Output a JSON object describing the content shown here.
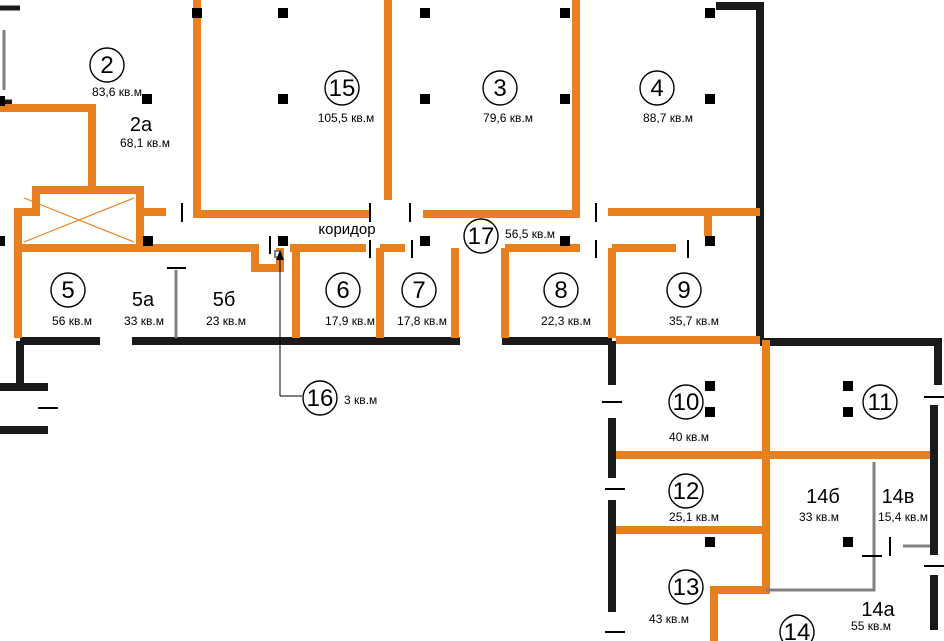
{
  "rooms": [
    {
      "id": "r2",
      "number": "2",
      "area": "83,6 кв.м",
      "circled": true
    },
    {
      "id": "r2a",
      "number": "2а",
      "area": "68,1 кв.м",
      "circled": false
    },
    {
      "id": "r15",
      "number": "15",
      "area": "105,5 кв.м",
      "circled": true
    },
    {
      "id": "r3",
      "number": "3",
      "area": "79,6 кв.м",
      "circled": true
    },
    {
      "id": "r4",
      "number": "4",
      "area": "88,7 кв.м",
      "circled": true
    },
    {
      "id": "r17",
      "number": "17",
      "area": "56,5 кв.м",
      "circled": true
    },
    {
      "id": "r5",
      "number": "5",
      "area": "56 кв.м",
      "circled": true
    },
    {
      "id": "r5a",
      "number": "5а",
      "area": "33 кв.м",
      "circled": false
    },
    {
      "id": "r5b",
      "number": "5б",
      "area": "23 кв.м",
      "circled": false
    },
    {
      "id": "r6",
      "number": "6",
      "area": "17,9 кв.м",
      "circled": true
    },
    {
      "id": "r7",
      "number": "7",
      "area": "17,8 кв.м",
      "circled": true
    },
    {
      "id": "r8",
      "number": "8",
      "area": "22,3 кв.м",
      "circled": true
    },
    {
      "id": "r9",
      "number": "9",
      "area": "35,7 кв.м",
      "circled": true
    },
    {
      "id": "r16",
      "number": "16",
      "area": "3 кв.м",
      "circled": true
    },
    {
      "id": "r10",
      "number": "10",
      "area": "40 кв.м",
      "circled": true
    },
    {
      "id": "r11",
      "number": "11",
      "area": "",
      "circled": true
    },
    {
      "id": "r12",
      "number": "12",
      "area": "25,1 кв.м",
      "circled": true
    },
    {
      "id": "r14b",
      "number": "14б",
      "area": "33 кв.м",
      "circled": false
    },
    {
      "id": "r14v",
      "number": "14в",
      "area": "15,4 кв.м",
      "circled": false
    },
    {
      "id": "r13",
      "number": "13",
      "area": "43 кв.м",
      "circled": true
    },
    {
      "id": "r14a",
      "number": "14а",
      "area": "55 кв.м",
      "circled": false
    },
    {
      "id": "r14",
      "number": "14",
      "area": "",
      "circled": true
    }
  ],
  "corridor_label": "коридор",
  "colors": {
    "outer_wall": "#1a1a1a",
    "inner_wall": "#e8801f",
    "partition": "#808080",
    "background": "#ffffff"
  }
}
